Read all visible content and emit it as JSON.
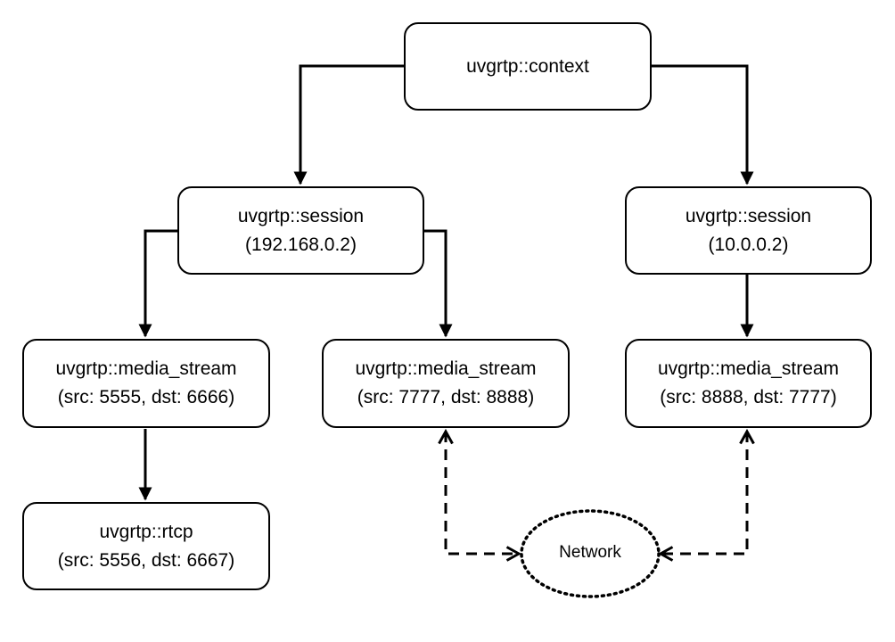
{
  "nodes": {
    "context": {
      "line1": "uvgrtp::context"
    },
    "session1": {
      "line1": "uvgrtp::session",
      "line2": "(192.168.0.2)"
    },
    "session2": {
      "line1": "uvgrtp::session",
      "line2": "(10.0.0.2)"
    },
    "ms1": {
      "line1": "uvgrtp::media_stream",
      "line2": "(src: 5555, dst: 6666)"
    },
    "ms2": {
      "line1": "uvgrtp::media_stream",
      "line2": "(src: 7777, dst: 8888)"
    },
    "ms3": {
      "line1": "uvgrtp::media_stream",
      "line2": "(src: 8888, dst: 7777)"
    },
    "rtcp": {
      "line1": "uvgrtp::rtcp",
      "line2": "(src: 5556, dst: 6667)"
    }
  },
  "network": {
    "label": "Network"
  }
}
